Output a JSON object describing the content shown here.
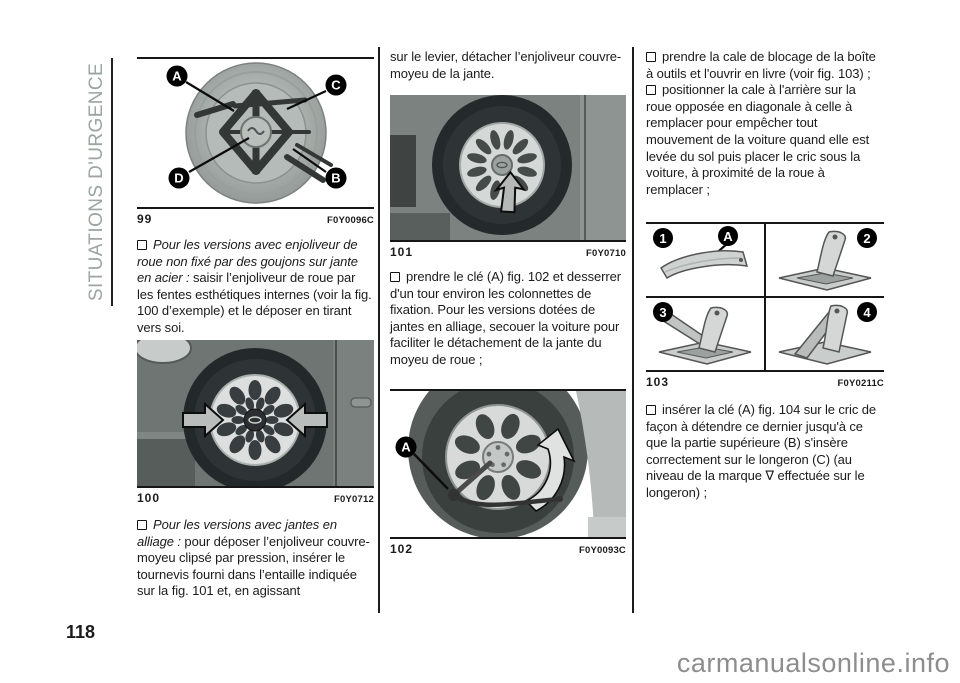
{
  "sidebar": {
    "label": "SITUATIONS D'URGENCE"
  },
  "page_number": "118",
  "watermark": "carmanualsonline.info",
  "colors": {
    "text": "#1b1b1b",
    "sidebar_label": "#9ba69f",
    "watermark": "#8d8d8d",
    "rule": "#161616"
  },
  "col1": {
    "fig99": {
      "number": "99",
      "code": "F0Y0096C",
      "labels": {
        "a": "A",
        "b": "B",
        "c": "C",
        "d": "D"
      }
    },
    "para1_italic": "Pour les versions avec enjoliveur de roue non fixé par des goujons sur jante en acier :",
    "para1_regular": " saisir l’enjoliveur de roue par les fentes esthétiques internes (voir la fig. 100 d’exemple) et le déposer en tirant vers soi.",
    "fig100": {
      "number": "100",
      "code": "F0Y0712"
    },
    "para2_italic": "Pour les versions avec jantes en alliage :",
    "para2_regular": " pour déposer l’enjoliveur couvre-moyeu clipsé par pression, insérer le tournevis fourni dans l’entaille indiquée sur la fig. 101 et, en agissant"
  },
  "col2": {
    "continuation": "sur le levier, détacher l’enjoliveur couvre-moyeu de la jante.",
    "fig101": {
      "number": "101",
      "code": "F0Y0710"
    },
    "para1": "prendre le clé (A) fig. 102 et desserrer d'un tour environ les colonnettes de fixation. Pour les versions dotées de jantes en alliage, secouer la voiture pour faciliter le détachement de la jante du moyeu de roue ;",
    "fig102": {
      "number": "102",
      "code": "F0Y0093C",
      "label_a": "A"
    }
  },
  "col3": {
    "para1": "prendre la cale de blocage de la boîte à outils et l'ouvrir en livre (voir fig. 103) ;",
    "para2": "positionner la cale à l'arrière sur la roue opposée en diagonale à celle à remplacer pour empêcher tout mouvement de la voiture quand elle est levée du sol puis placer le cric sous la voiture, à proximité de la roue à remplacer ;",
    "fig103": {
      "number": "103",
      "code": "F0Y0211C",
      "label_a": "A",
      "panels": {
        "p1": "1",
        "p2": "2",
        "p3": "3",
        "p4": "4"
      }
    },
    "para3": "insérer la clé (A) fig. 104 sur le cric de façon à détendre ce dernier jusqu'à ce que la partie supérieure (B) s'insère correctement sur le longeron (C) (au niveau de la marque ∇ effectuée sur le longeron) ;"
  }
}
